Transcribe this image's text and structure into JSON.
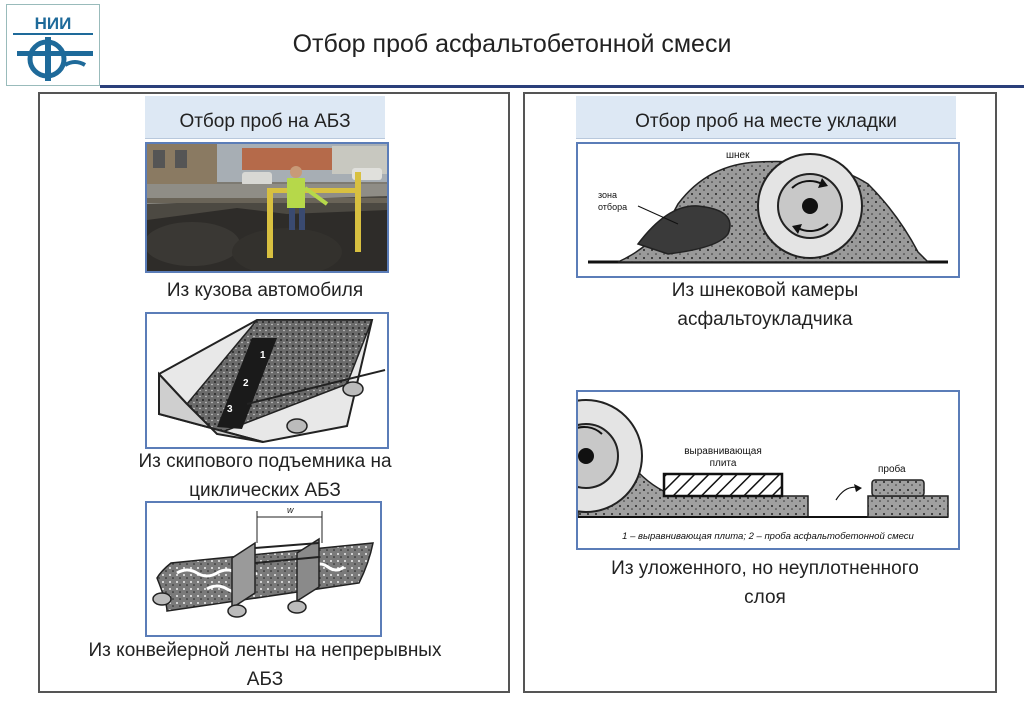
{
  "logo": {
    "text": "НИИ"
  },
  "title": "Отбор проб асфальтобетонной смеси",
  "left": {
    "header": "Отбор проб на АБЗ",
    "captions": [
      "Из кузова автомобиля",
      "Из скипового подъемника на циклических АБЗ",
      "Из конвейерной ленты на непрерывных АБЗ"
    ],
    "skip_labels": [
      "1",
      "2",
      "3"
    ],
    "conveyor_dim": "w"
  },
  "right": {
    "header": "Отбор проб на месте укладки",
    "auger_labels": {
      "auger": "шнек",
      "zone": "зона отбора"
    },
    "captions": [
      "Из шнековой камеры асфальтоукладчика",
      "Из уложенного, но неуплотненного слоя"
    ],
    "layer_labels": {
      "plate": "выравнивающая плита",
      "sample": "проба",
      "legend": "1 – выравнивающая плита; 2 – проба асфальтобетонной смеси"
    }
  }
}
